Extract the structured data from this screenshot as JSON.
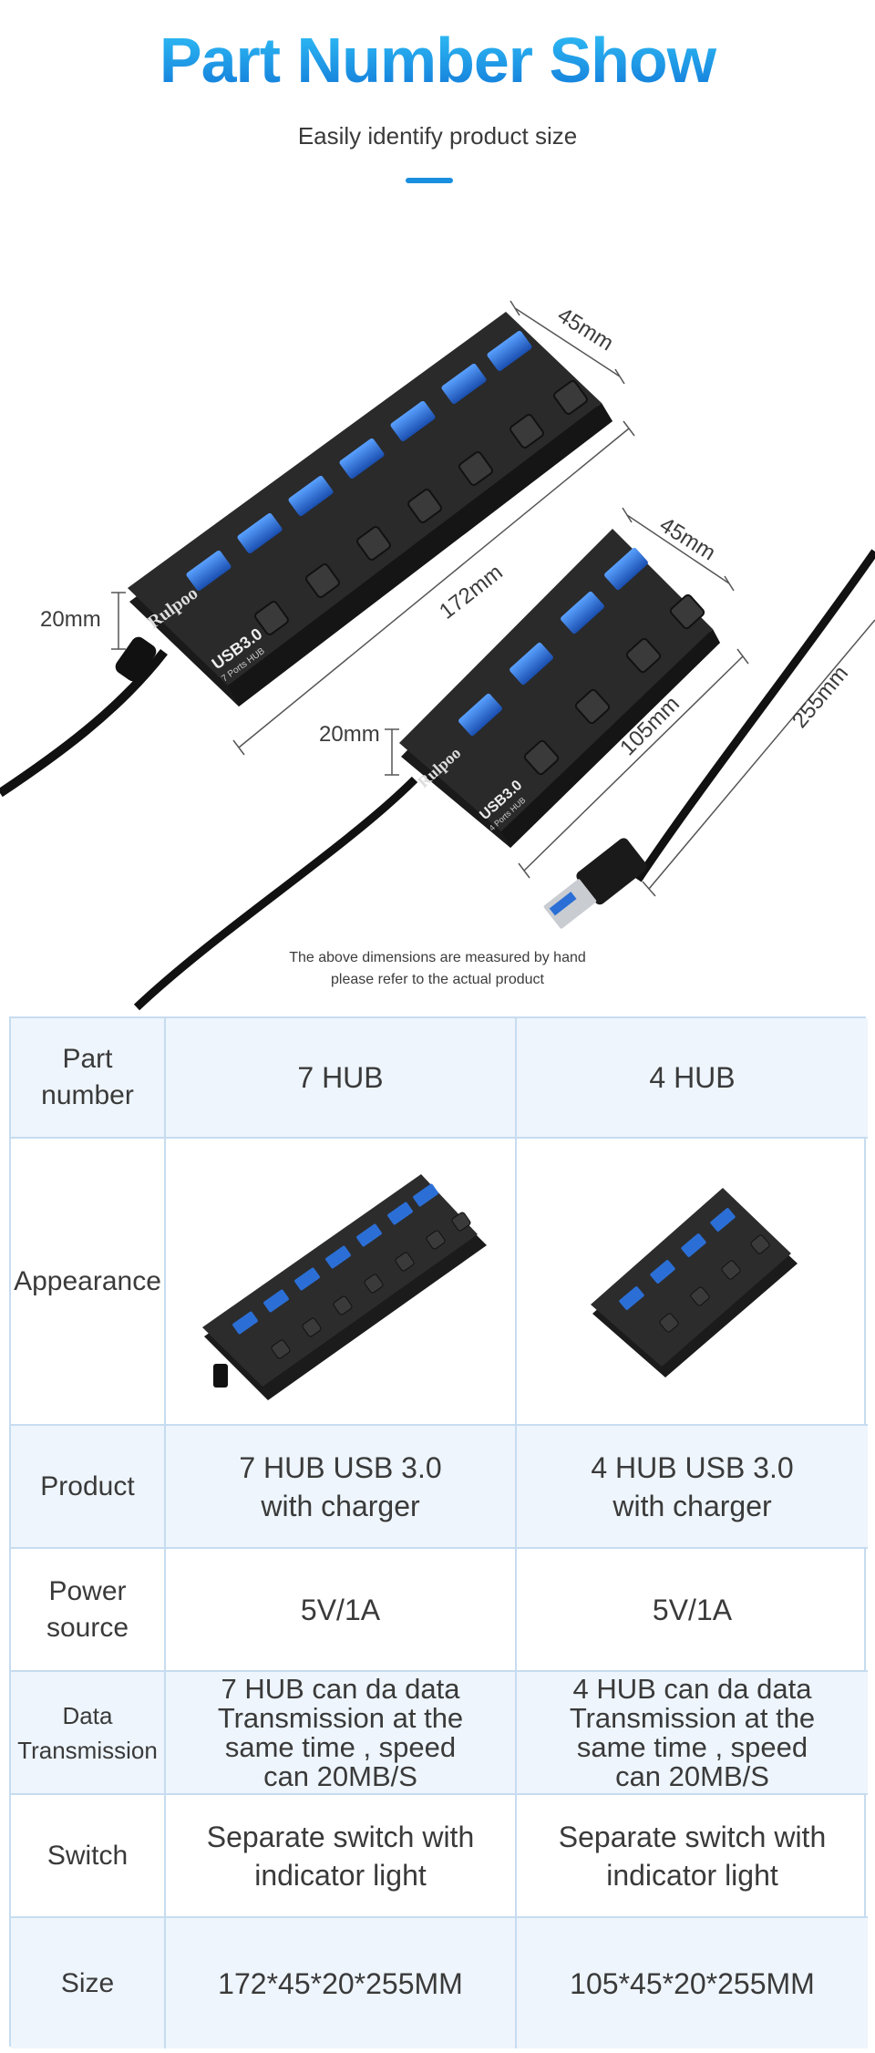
{
  "header": {
    "title": "Part Number  Show",
    "subtitle": "Easily identify product size"
  },
  "hub7": {
    "brand": "Rulpoo",
    "model": "USB3.0",
    "ports": "7 Ports HUB",
    "dim_width": "45mm",
    "dim_length": "172mm",
    "dim_height": "20mm"
  },
  "hub4": {
    "brand": "Rulpoo",
    "model": "USB3.0",
    "ports": "4 Ports HUB",
    "dim_width": "45mm",
    "dim_length": "105mm",
    "dim_height": "20mm",
    "dim_cable": "255mm"
  },
  "note": {
    "line1": "The above dimensions are measured by hand",
    "line2": "please refer to the actual product"
  },
  "table": {
    "rows": [
      {
        "label": "Part\nnumber",
        "col1": "7 HUB",
        "col2": "4 HUB"
      },
      {
        "label": "Appearance"
      },
      {
        "label": "Product",
        "col1": "7 HUB USB 3.0\nwith charger",
        "col2": "4 HUB USB 3.0\nwith charger"
      },
      {
        "label": "Power\nsource",
        "col1": "5V/1A",
        "col2": "5V/1A"
      },
      {
        "label": "Data\nTransmission",
        "col1": "7 HUB can da data\nTransmission at the\nsame time , speed\ncan 20MB/S",
        "col2": "4 HUB can da data\nTransmission at the\nsame time , speed\ncan 20MB/S"
      },
      {
        "label": "Switch",
        "col1": "Separate switch with\nindicator light",
        "col2": "Separate  switch with\nindicator light"
      },
      {
        "label": "Size",
        "col1": "172*45*20*255MM",
        "col2": "105*45*20*255MM"
      }
    ]
  },
  "colors": {
    "accent": "#1a8fe0",
    "hub_body": "#232323",
    "usb_port": "#2b6fd6",
    "table_border": "#c7dcf0",
    "table_shade": "#eef5fc"
  }
}
